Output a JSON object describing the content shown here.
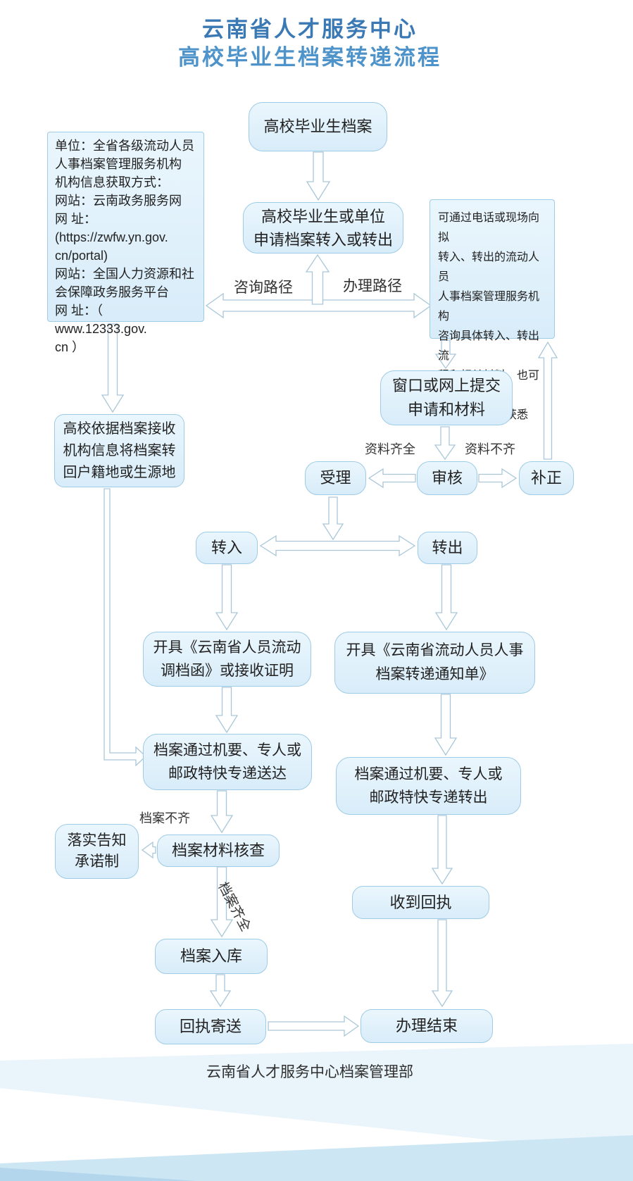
{
  "title": {
    "line1": "云南省人才服务中心",
    "line2": "高校毕业生档案转递流程"
  },
  "nodes": {
    "archive": "高校毕业生档案",
    "apply": [
      "高校毕业生或单位",
      "申请档案转入或转出"
    ],
    "info_left": [
      "单位：全省各级流动人员",
      "人事档案管理服务机构",
      "机构信息获取方式：",
      "网站：云南政务服务网",
      "网 址：(https://zwfw.yn.gov.",
      "cn/portal)",
      "网站：全国人力资源和社",
      "会保障政务服务平台",
      "网 址：（ www.12333.gov.",
      "cn ）"
    ],
    "info_right": [
      "可通过电话或现场向拟",
      "转入、转出的流动人员",
      "人事档案管理服务机构",
      "咨询具体转入、转出流",
      "程和相关材料，也可以",
      "通过门户网站获悉"
    ],
    "transfer_back": [
      "高校依据档案接收",
      "机构信息将档案转",
      "回户籍地或生源地"
    ],
    "submit": [
      "窗口或网上提交",
      "申请和材料"
    ],
    "accept": "受理",
    "review": "审核",
    "correct": "补正",
    "transfer_in": "转入",
    "transfer_out": "转出",
    "issue_letter": [
      "开具《云南省人员流动",
      "调档函》或接收证明"
    ],
    "issue_notice": [
      "开具《云南省流动人员人事",
      "档案转递通知单》"
    ],
    "deliver_in": [
      "档案通过机要、专人或",
      "邮政特快专递送达"
    ],
    "deliver_out": [
      "档案通过机要、专人或",
      "邮政特快专递转出"
    ],
    "commitment": [
      "落实告知",
      "承诺制"
    ],
    "check": "档案材料核查",
    "receipt_received": "收到回执",
    "storage": "档案入库",
    "receipt_sent": "回执寄送",
    "finish": "办理结束"
  },
  "labels": {
    "consult_path": "咨询路径",
    "handle_path": "办理路径",
    "materials_complete": "资料齐全",
    "materials_incomplete": "资料不齐",
    "file_incomplete": "档案不齐",
    "file_complete": "档案齐全"
  },
  "footer": "云南省人才服务中心档案管理部",
  "colors": {
    "title_line1": "#3b79b4",
    "title_line2": "#4e93c9",
    "box_fill": "#ddeefa",
    "box_border": "#9ecbe5",
    "arrow_stroke": "#a9c7d9",
    "footer_band": "#e9f4fb",
    "bottom_band": "#cde6f4"
  }
}
